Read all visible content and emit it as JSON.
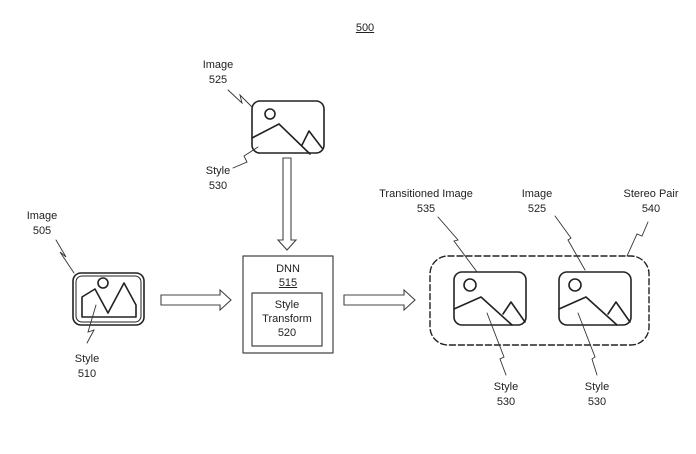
{
  "figure_number": "500",
  "nodes": {
    "image_505": {
      "name": "Image",
      "ref": "505"
    },
    "style_510": {
      "name": "Style",
      "ref": "510"
    },
    "image_525_top": {
      "name": "Image",
      "ref": "525"
    },
    "style_530_top": {
      "name": "Style",
      "ref": "530"
    },
    "dnn": {
      "name": "DNN",
      "ref": "515"
    },
    "style_transform": {
      "line1": "Style",
      "line2": "Transform",
      "ref": "520"
    },
    "transitioned_image": {
      "name": "Transitioned Image",
      "ref": "535"
    },
    "image_525_right": {
      "name": "Image",
      "ref": "525"
    },
    "stereo_pair": {
      "name": "Stereo Pair",
      "ref": "540"
    },
    "style_530_left": {
      "name": "Style",
      "ref": "530"
    },
    "style_530_right": {
      "name": "Style",
      "ref": "530"
    }
  },
  "icons": [
    "image-icon",
    "image-icon",
    "image-icon",
    "image-icon"
  ],
  "arrows": [
    "image-525-to-dnn",
    "image-505-to-dnn",
    "dnn-to-stereo-pair"
  ]
}
